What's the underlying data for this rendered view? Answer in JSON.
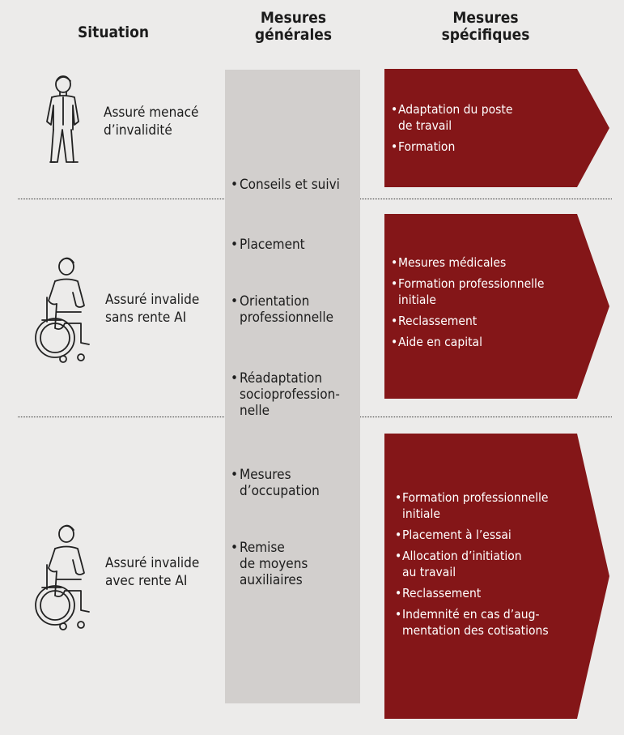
{
  "bullet": "•",
  "headers": {
    "situation": "Situation",
    "general": [
      "Mesures",
      "générales"
    ],
    "specific": [
      "Mesures",
      "spécifiques"
    ]
  },
  "situations": [
    [
      "Assuré menacé",
      "d’invalidité"
    ],
    [
      "Assuré invalide",
      "sans rente AI"
    ],
    [
      "Assuré invalide",
      "avec rente AI"
    ]
  ],
  "general": [
    [
      "Conseils et suivi"
    ],
    [
      "Placement"
    ],
    [
      "Orientation",
      "professionnelle"
    ],
    [
      "Réadaptation",
      "socioprofession-",
      "nelle"
    ],
    [
      "Mesures",
      "d’occupation"
    ],
    [
      "Remise",
      "de moyens",
      "auxiliaires"
    ]
  ],
  "specific": [
    [
      [
        "Adaptation du poste",
        "de travail"
      ],
      [
        "Formation"
      ]
    ],
    [
      [
        "Mesures médicales"
      ],
      [
        "Formation professionnelle",
        "initiale"
      ],
      [
        "Reclassement"
      ],
      [
        "Aide en capital"
      ]
    ],
    [
      [
        "Formation professionnelle",
        "initiale"
      ],
      [
        "Placement à l’essai"
      ],
      [
        "Allocation d’initiation",
        "au travail"
      ],
      [
        "Reclassement"
      ],
      [
        "Indemnité en cas d’aug-",
        "mentation des cotisations"
      ]
    ]
  ],
  "colors": {
    "background": "#ecebea",
    "general_column": "#d2cfcd",
    "arrow_fill": "#841618",
    "arrow_text": "#ffffff",
    "text": "#1c1c1c"
  }
}
